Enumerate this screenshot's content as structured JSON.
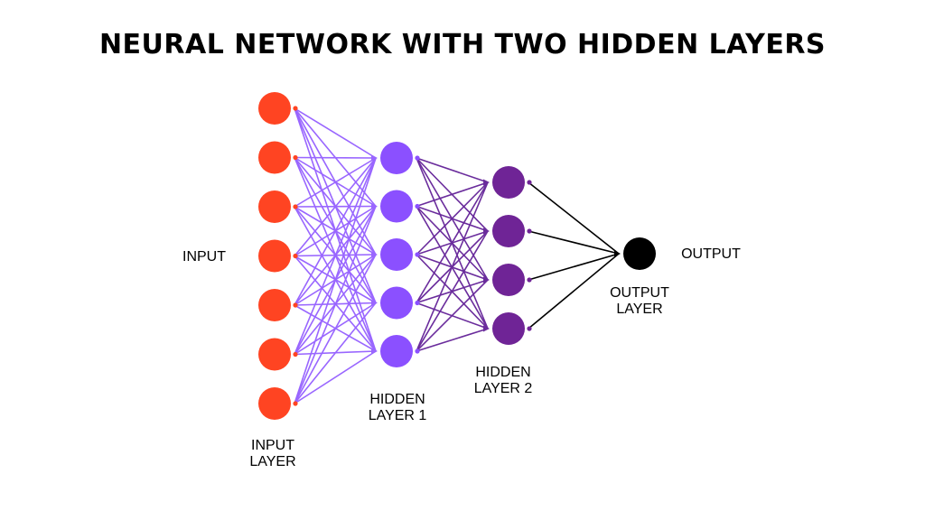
{
  "title": "NEURAL NETWORK WITH TWO HIDDEN LAYERS",
  "side_labels": {
    "input": "INPUT",
    "output": "OUTPUT"
  },
  "layers": [
    {
      "name": "input-layer",
      "label": [
        "INPUT",
        "LAYER"
      ],
      "nodes": 7,
      "color": "#ff4422",
      "edge_color": "#9966ff"
    },
    {
      "name": "hidden-layer-1",
      "label": [
        "HIDDEN",
        "LAYER 1"
      ],
      "nodes": 5,
      "color": "#8b50ff",
      "edge_color": "#6a2c9c"
    },
    {
      "name": "hidden-layer-2",
      "label": [
        "HIDDEN",
        "LAYER 2"
      ],
      "nodes": 4,
      "color": "#6f2496",
      "edge_color": "#000000"
    },
    {
      "name": "output-layer",
      "label": [
        "OUTPUT",
        "LAYER"
      ],
      "nodes": 1,
      "color": "#000000",
      "edge_color": "#000000"
    }
  ]
}
